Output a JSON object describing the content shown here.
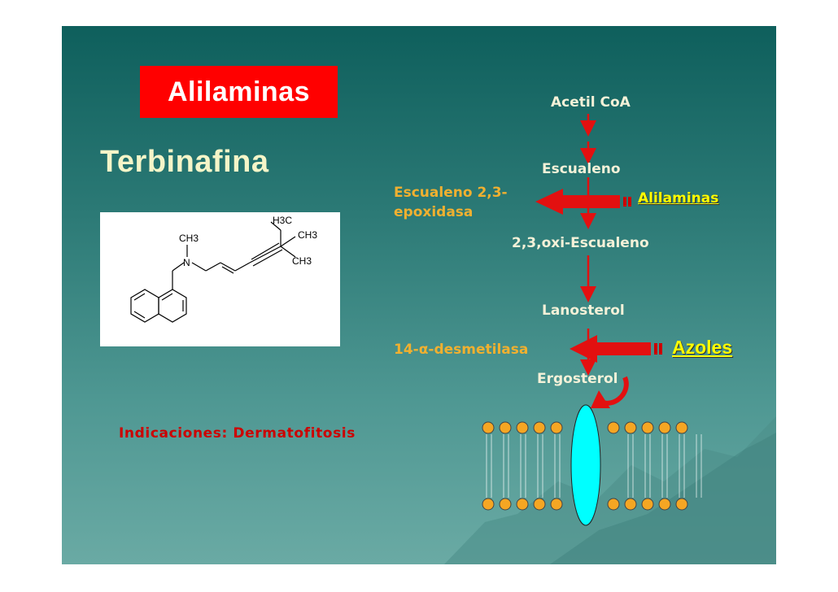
{
  "slide": {
    "title": "Alilaminas",
    "drug": "Terbinafina",
    "indications": "Indicaciones: Dermatofitosis"
  },
  "structure": {
    "labels": [
      "H3C",
      "CH3",
      "CH3",
      "N",
      "CH3"
    ]
  },
  "pathway": {
    "steps": [
      "Acetil CoA",
      "Escualeno",
      "2,3,oxi-Escualeno",
      "Lanosterol",
      "Ergosterol"
    ],
    "enzymes": {
      "epoxidase_line1": "Escualeno 2,3-",
      "epoxidase_line2": "epoxidasa",
      "demethylase_prefix": "14-",
      "demethylase_alpha": "α",
      "demethylase_suffix": "-desmetilasa"
    },
    "inhibitors": {
      "allylamines": "Alilaminas",
      "azoles": "Azoles"
    }
  },
  "colors": {
    "title_bg": "#ff0000",
    "enzyme_text": "#f0b030",
    "inhibitor_text": "#ffff00",
    "arrow": "#e31010",
    "membrane_head": "#f5a623",
    "membrane_protein": "#00ffff",
    "indications_text": "#cc0000"
  }
}
